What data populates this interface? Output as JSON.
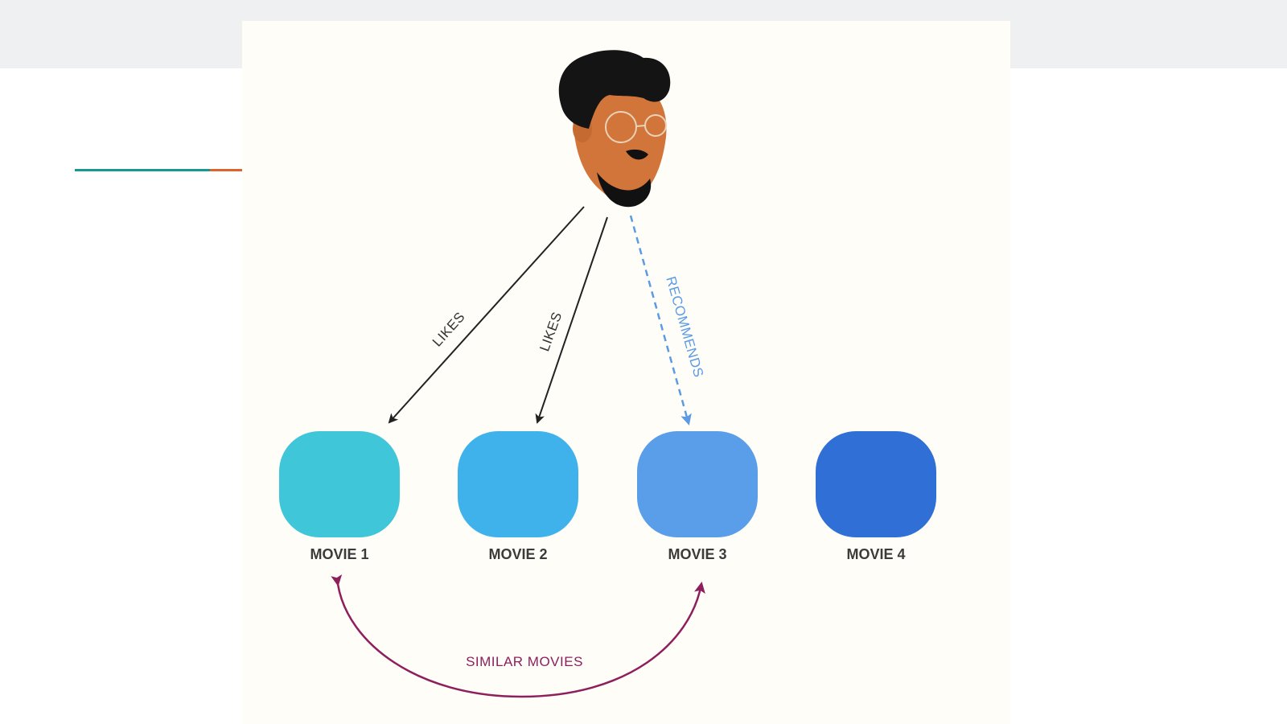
{
  "diagram": {
    "person": {
      "icon": "person-with-glasses-icon"
    },
    "movies": [
      {
        "label": "MOVIE 1",
        "color": "#3fc6d8"
      },
      {
        "label": "MOVIE 2",
        "color": "#3fb2ec"
      },
      {
        "label": "MOVIE 3",
        "color": "#5a9de9"
      },
      {
        "label": "MOVIE 4",
        "color": "#2f6fd6"
      }
    ],
    "edges": {
      "likes_1": "LIKES",
      "likes_2": "LIKES",
      "recommends": "RECOMMENDS",
      "similar": "SIMILAR MOVIES"
    },
    "colors": {
      "likes_arrow": "#222222",
      "recommends_arrow": "#5b9be3",
      "similar_arrow": "#8e1f5c",
      "accent_line_teal": "#169a8f",
      "accent_line_orange": "#e0622a"
    }
  }
}
